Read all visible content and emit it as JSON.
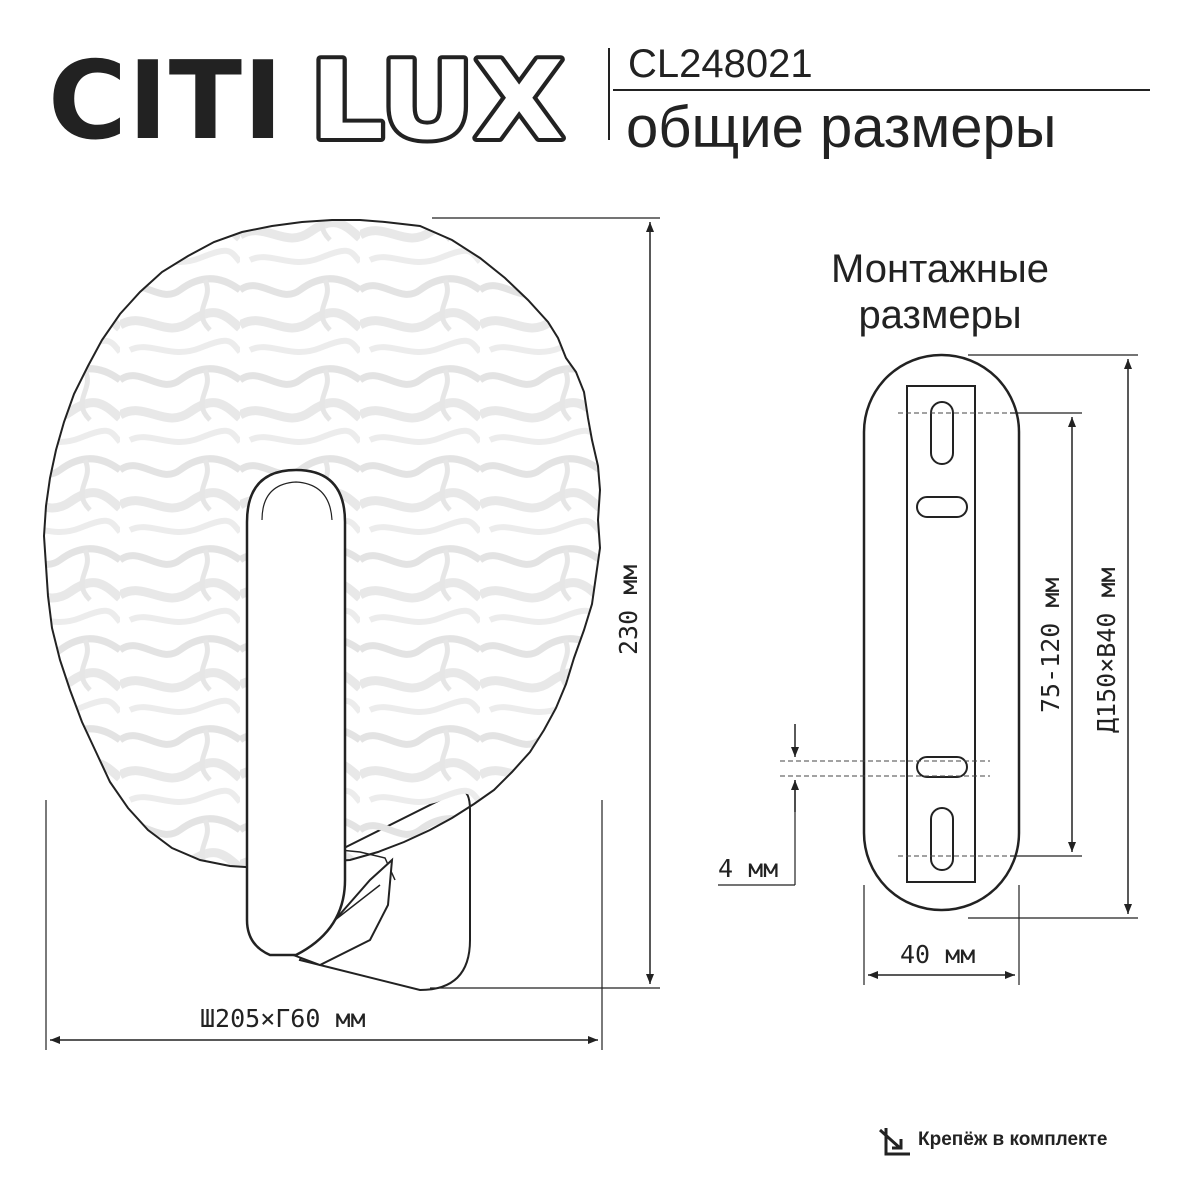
{
  "header": {
    "logo_text": "CITILUX",
    "model": "CL248021",
    "subtitle": "общие размеры"
  },
  "mounting": {
    "title_line1": "Монтажные",
    "title_line2": "размеры"
  },
  "dimensions": {
    "height": "230 мм",
    "width_depth": "Ш205×Г60 мм",
    "hole_spacing": "75-120 мм",
    "base_size": "Д150×В40 мм",
    "screw": "4 мм",
    "base_width": "40 мм"
  },
  "footer": {
    "fastening_label": "Крепёж в комплекте"
  },
  "icons": {
    "fastening": "fastener-arrow-icon"
  }
}
